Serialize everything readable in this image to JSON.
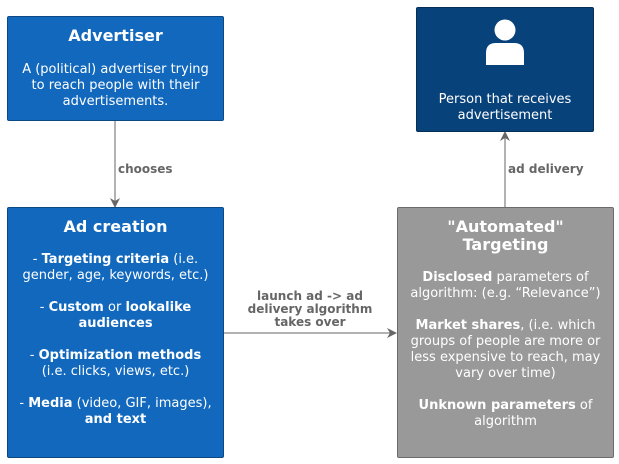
{
  "nodes": {
    "advertiser": {
      "title": "Advertiser",
      "desc": "A (political) advertiser trying to reach people with their advertisements."
    },
    "person": {
      "icon": "person-icon",
      "desc": "Person that receives advertisement"
    },
    "ad_creation": {
      "title": "Ad creation",
      "items": [
        {
          "prefix": "- ",
          "bold1": "Targeting criteria",
          "rest1": " (i.e. gender, age, keywords, etc.)",
          "bold2": "",
          "rest2": ""
        },
        {
          "prefix": "- ",
          "bold1": "Custom",
          "rest1": " or ",
          "bold2": "lookalike audiences",
          "rest2": ""
        },
        {
          "prefix": "- ",
          "bold1": "Optimization methods",
          "rest1": " (i.e. clicks, views, etc.)",
          "bold2": "",
          "rest2": ""
        },
        {
          "prefix": "- ",
          "bold1": "Media",
          "rest1": " (video, GIF, images), ",
          "bold2": "and text",
          "rest2": ""
        }
      ]
    },
    "targeting": {
      "title": "\"Automated\" Targeting",
      "items": [
        {
          "bold": "Disclosed",
          "rest": " parameters of algorithm: (e.g. “Relevance”)"
        },
        {
          "bold": "Market shares",
          "rest": ", (i.e. which groups of people are more or less expensive to reach, may vary over time)"
        },
        {
          "bold": "Unknown parameters",
          "rest": " of algorithm"
        }
      ]
    }
  },
  "edges": {
    "chooses": "chooses",
    "launch": "launch ad -> ad delivery algorithm takes over",
    "delivery": "ad delivery"
  },
  "colors": {
    "blue": "#1168bd",
    "navy": "#08427b",
    "gray": "#999999",
    "edge": "#666666"
  }
}
